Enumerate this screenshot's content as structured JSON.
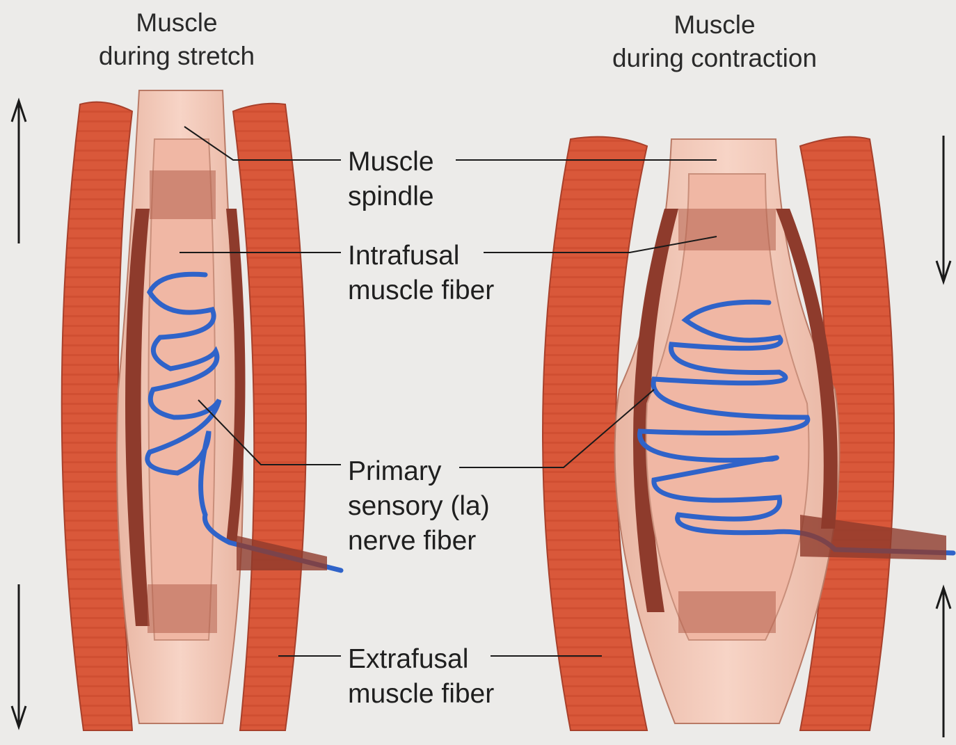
{
  "panels": {
    "stretch": {
      "title_line1": "Muscle",
      "title_line2": "during stretch"
    },
    "contraction": {
      "title_line1": "Muscle",
      "title_line2": "during contraction"
    }
  },
  "labels": {
    "muscle_spindle": [
      "Muscle",
      "spindle"
    ],
    "intrafusal_fiber": [
      "Intrafusal",
      "muscle fiber"
    ],
    "primary_sensory": [
      "Primary",
      "sensory (la)",
      "nerve fiber"
    ],
    "extrafusal_fiber": [
      "Extrafusal",
      "muscle fiber"
    ]
  },
  "colors": {
    "background": "#ecebe9",
    "extrafusal": "#d9583a",
    "spindle_capsule": "#f4cdbd",
    "intrafusal": "#f0b7a4",
    "dark_band": "#8e3b2c",
    "nerve": "#2f63c9"
  }
}
